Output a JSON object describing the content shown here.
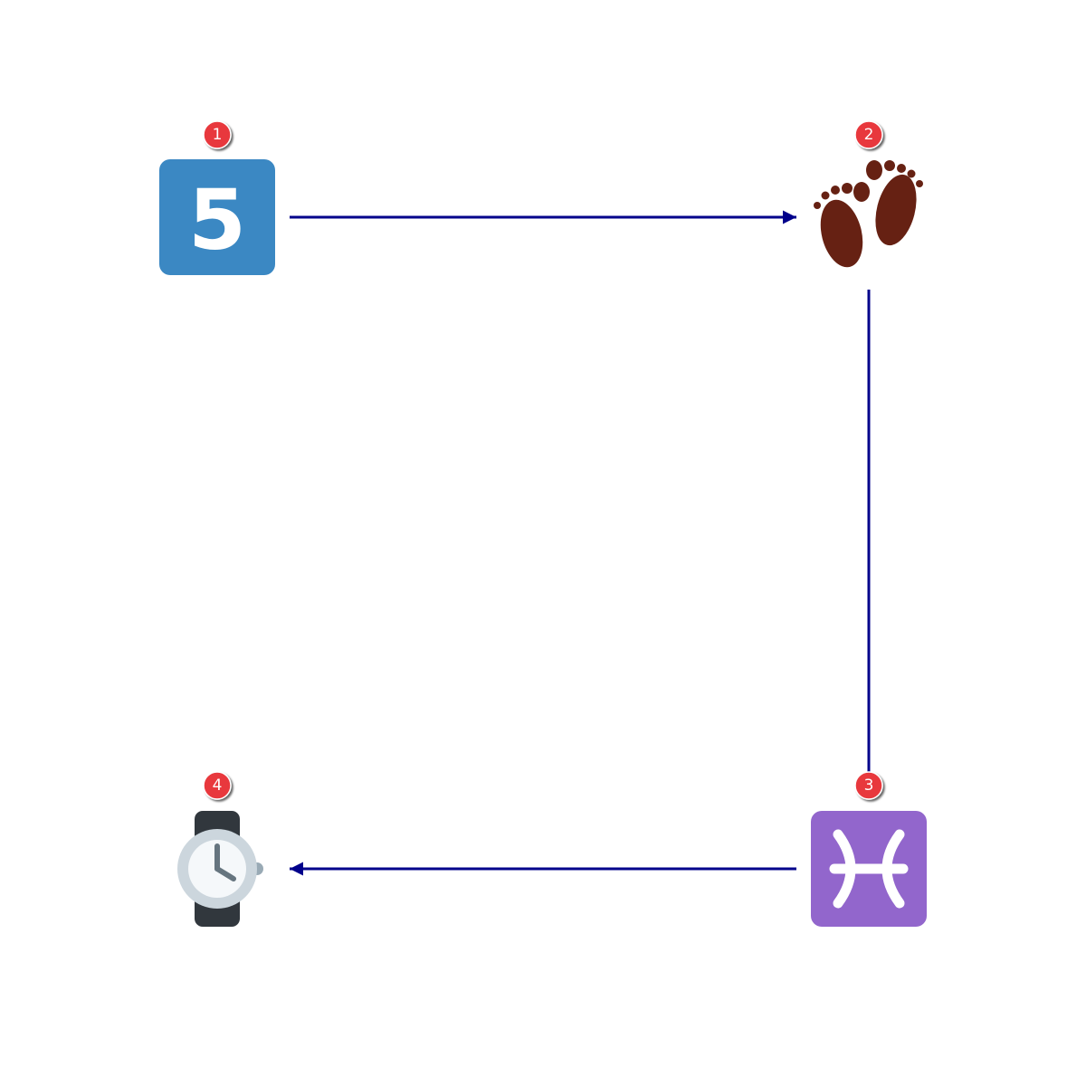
{
  "diagram": {
    "nodes": [
      {
        "id": "n1",
        "badge": "1",
        "icon": "keycap-digit-five-icon",
        "key_label": "5",
        "color": "#3B88C3"
      },
      {
        "id": "n2",
        "badge": "2",
        "icon": "footprints-icon",
        "color": "#662113"
      },
      {
        "id": "n3",
        "badge": "3",
        "icon": "pisces-icon",
        "color": "#9266CC"
      },
      {
        "id": "n4",
        "badge": "4",
        "icon": "watch-icon",
        "color": "#31373D"
      }
    ],
    "edges": [
      {
        "from": "n1",
        "to": "n2",
        "arrow": "end"
      },
      {
        "from": "n2",
        "to": "n3",
        "arrow": "none"
      },
      {
        "from": "n3",
        "to": "n4",
        "arrow": "end"
      }
    ],
    "edge_color": "#00008B",
    "badge_color": "#E8383D"
  }
}
